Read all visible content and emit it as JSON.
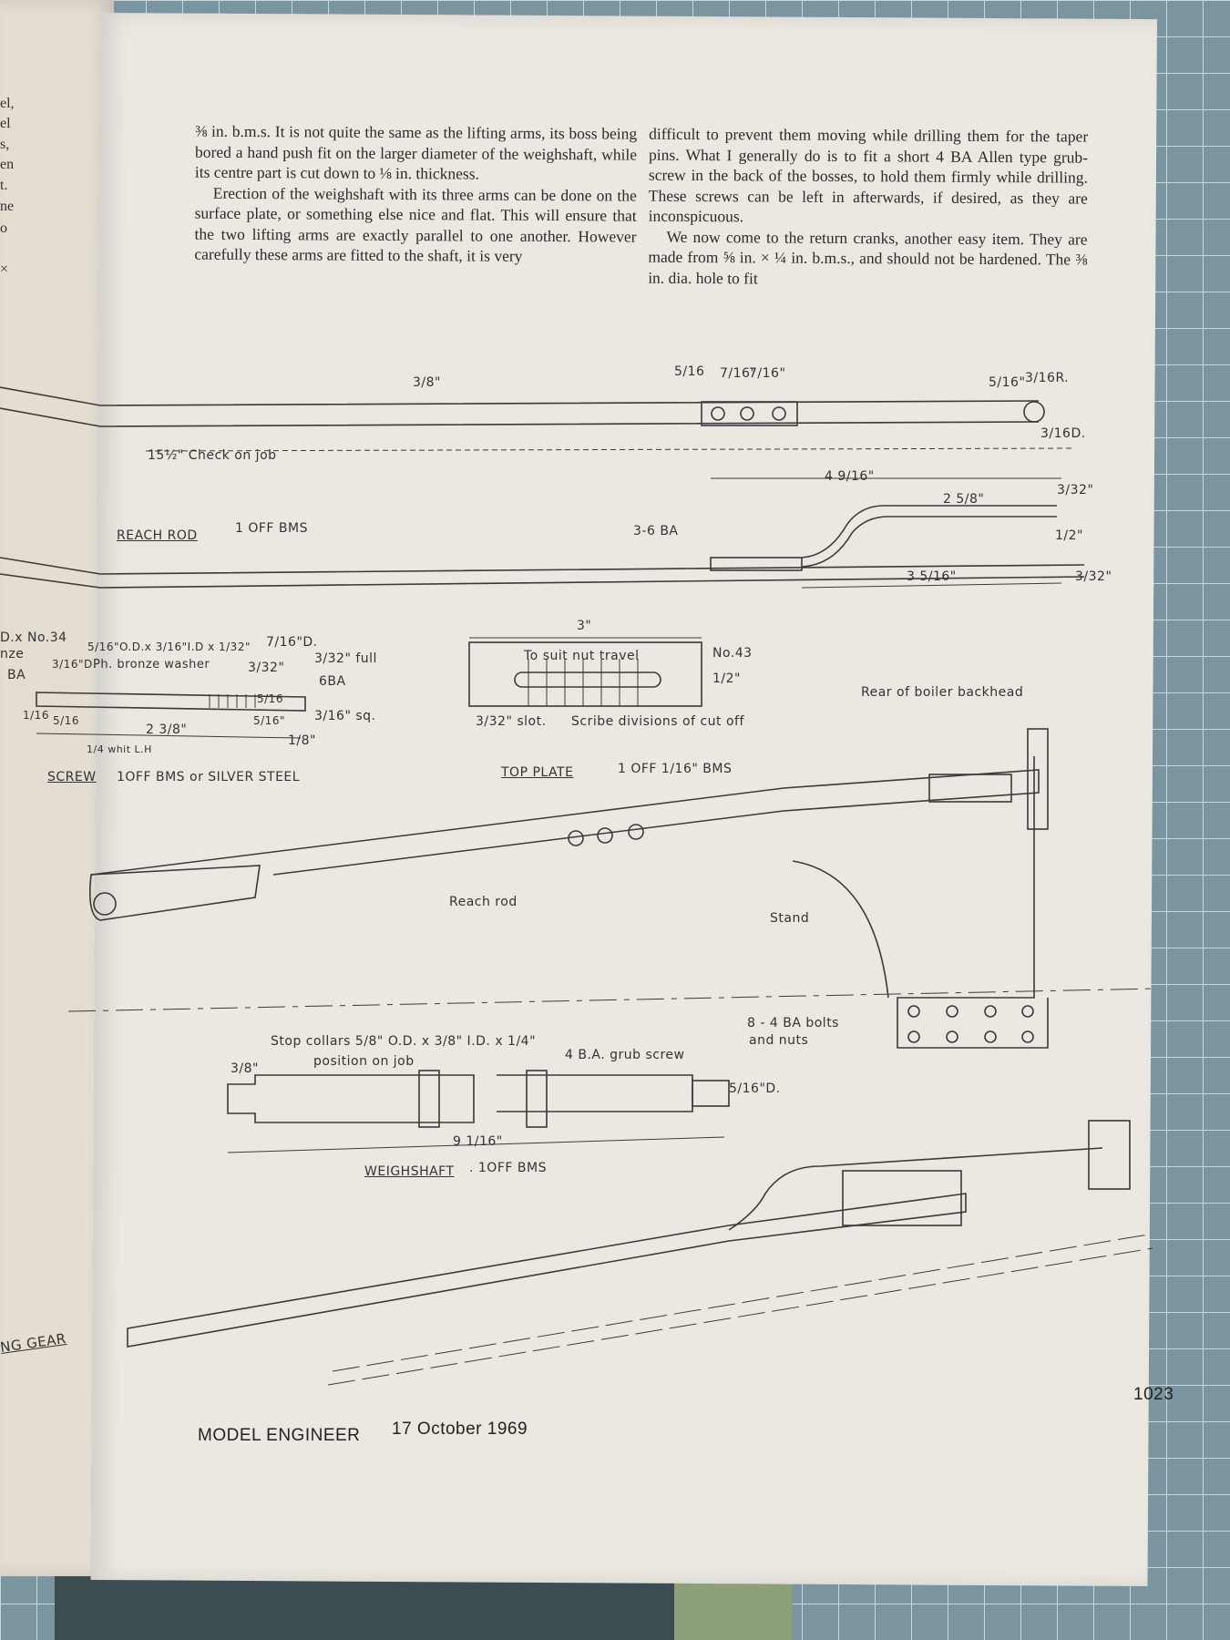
{
  "left_page_fragments": [
    "el,",
    "el",
    "s,",
    "en",
    "t.",
    "ne",
    "o",
    "×"
  ],
  "article": {
    "col1": [
      "⅜ in. b.m.s. It is not quite the same as the lifting arms, its boss being bored a hand push fit on the larger diameter of the weighshaft, while its centre part is cut down to ⅛ in. thickness.",
      "Erection of the weighshaft with its three arms can be done on the surface plate, or something else nice and flat. This will ensure that the two lifting arms are exactly parallel to one another. However carefully these arms are fitted to the shaft, it is very"
    ],
    "col2": [
      "difficult to prevent them moving while drilling them for the taper pins. What I generally do is to fit a short 4 BA Allen type grub-screw in the back of the bosses, to hold them firmly while drilling. These screws can be left in afterwards, if desired, as they are inconspicuous.",
      "We now come to the return cranks, another easy item. They are made from ⅝ in. × ¼ in. b.m.s., and should not be hardened. The ⅜ in. dia. hole to fit"
    ]
  },
  "drawing": {
    "reach_rod": {
      "dims": [
        "3/8\"",
        "5/16",
        "7/16\"",
        "7/16\"",
        "5/16\"",
        "3/16R.",
        "3/16D.",
        "15½\" Check on job",
        "4 9/16\"",
        "2 5/8\"",
        "3/32\"",
        "1/2\"",
        "3 5/16\"",
        "3/32\"",
        "3-6 BA"
      ],
      "title": "REACH ROD",
      "spec": "1 OFF  BMS"
    },
    "screw": {
      "dims": [
        "D.x No.34",
        "nze",
        "BA",
        "3/16\"D.",
        "5/16\"O.D.x 3/16\"I.D x 1/32\"",
        "Ph. bronze washer",
        "7/16\"D.",
        "3/32\"",
        "3/32\" full",
        "6BA",
        "5/16",
        "1/16",
        "5/16",
        "2 3/8\"",
        "5/16\"",
        "3/16\" sq.",
        "1/8\"",
        "1/4 whit L.H"
      ],
      "title": "SCREW",
      "spec": "1OFF  BMS or SILVER STEEL"
    },
    "top_plate": {
      "dims": [
        "3\"",
        "To suit nut travel",
        "No.43",
        "1/2\"",
        "3/32\" slot.",
        "Scribe divisions of cut off"
      ],
      "title": "TOP  PLATE",
      "spec": "1 OFF  1/16\" BMS"
    },
    "assembly": {
      "labels": [
        "Rear of boiler backhead",
        "Reach rod",
        "Stand",
        "8 - 4 BA bolts",
        "and nuts"
      ]
    },
    "weighshaft": {
      "dims": [
        "Stop collars  5/8\" O.D. x 3/8\" I.D. x 1/4\"",
        "position on job",
        "3/8\"",
        "4 B.A. grub screw",
        "5/16\"D.",
        "9 1/16\""
      ],
      "title": "WEIGHSHAFT",
      "spec": ". 1OFF  BMS"
    },
    "gear_caption": "NG  GEAR"
  },
  "footer": {
    "magazine": "MODEL  ENGINEER",
    "date": "17 October 1969",
    "page_number": "1023"
  }
}
